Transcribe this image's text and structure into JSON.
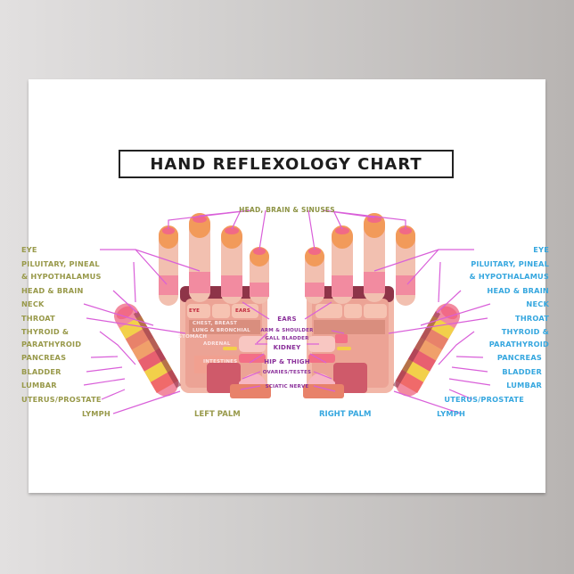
{
  "title": "HAND REFLEXOLOGY CHART",
  "colors": {
    "left_labels": "#98994a",
    "right_labels": "#36a7df",
    "center_labels": "#8a2f9a",
    "leader_lines": "#d95fd9",
    "skin_light": "#f3c8b8",
    "skin_pink": "#f28ba0",
    "fingertip_orange": "#f29a5a",
    "thumb_yellow": "#f2d04a",
    "dark_maroon": "#8e3448"
  },
  "top_label": "HEAD, BRAIN & SINUSES",
  "left_labels": [
    {
      "text": "EYE"
    },
    {
      "text": "PILUITARY, PINEAL"
    },
    {
      "text": "& HYPOTHALAMUS"
    },
    {
      "text": "HEAD & BRAIN"
    },
    {
      "text": "NECK"
    },
    {
      "text": "THROAT"
    },
    {
      "text": "THYROID &"
    },
    {
      "text": "PARATHYROID"
    },
    {
      "text": "PANCREAS"
    },
    {
      "text": "BLADDER"
    },
    {
      "text": "LUMBAR"
    },
    {
      "text": "UTERUS/PROSTATE"
    },
    {
      "text": "LYMPH"
    }
  ],
  "right_labels": [
    {
      "text": "EYE"
    },
    {
      "text": "PILUITARY, PINEAL"
    },
    {
      "text": "& HYPOTHALAMUS"
    },
    {
      "text": "HEAD & BRAIN"
    },
    {
      "text": "NECK"
    },
    {
      "text": "THROAT"
    },
    {
      "text": "THYROID &"
    },
    {
      "text": "PARATHYROID"
    },
    {
      "text": "PANCREAS"
    },
    {
      "text": "BLADDER"
    },
    {
      "text": "LUMBAR"
    },
    {
      "text": "UTERUS/PROSTATE"
    },
    {
      "text": "LYMPH"
    }
  ],
  "center_labels": [
    {
      "text": "EARS"
    },
    {
      "text": "ARM & SHOULDER"
    },
    {
      "text": "GALL BLADDER"
    },
    {
      "text": "KIDNEY"
    },
    {
      "text": "HIP & THIGH"
    },
    {
      "text": "OVARIES/TESTES"
    },
    {
      "text": "SCIATIC NERVE"
    }
  ],
  "in_hand_labels": {
    "eye": "EYE",
    "ears": "EARS",
    "chest_1": "CHEST, BREAST",
    "chest_2": "LUNG & BRONCHIAL",
    "stomach": "STOMACH",
    "adrenal": "ADRENAL",
    "intestines": "INTESTINES"
  },
  "palm_labels": {
    "left": "LEFT PALM",
    "right": "RIGHT PALM"
  }
}
